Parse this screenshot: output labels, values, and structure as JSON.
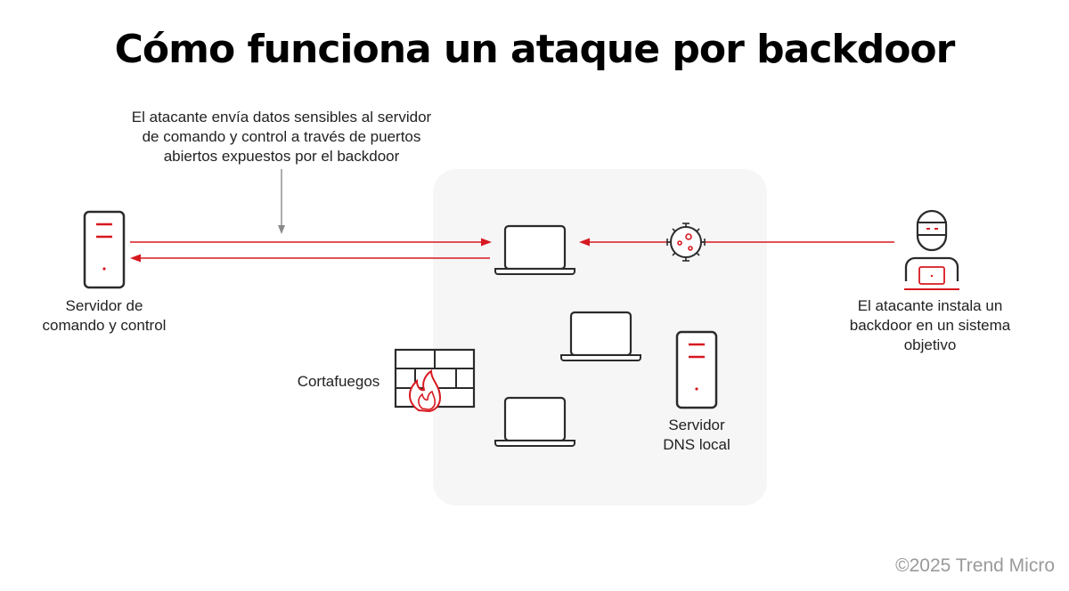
{
  "title": "Cómo funciona un ataque por backdoor",
  "annotation": {
    "lines": [
      "El atacante envía datos sensibles al servidor",
      "de comando y control a través de puertos",
      "abiertos expuestos por el backdoor"
    ]
  },
  "nodes": {
    "c2_server": {
      "lines": [
        "Servidor de",
        "comando y control"
      ],
      "icon": "server-icon"
    },
    "attacker": {
      "lines": [
        "El atacante instala un",
        "backdoor en un sistema",
        "objetivo"
      ],
      "icon": "hacker-icon"
    },
    "firewall": {
      "lines": [
        "Cortafuegos"
      ],
      "icon": "firewall-icon"
    },
    "dns_server": {
      "lines": [
        "Servidor",
        "DNS local"
      ],
      "icon": "server-icon"
    },
    "malware": {
      "icon": "virus-icon"
    },
    "target_laptop": {
      "icon": "laptop-icon"
    },
    "laptop_2": {
      "icon": "laptop-icon"
    },
    "laptop_3": {
      "icon": "laptop-icon"
    }
  },
  "colors": {
    "accent": "#d71920",
    "outline": "#2b2b2b",
    "network_panel": "#f6f6f6",
    "annotation_arrow": "#8a8a8a"
  },
  "copyright": "©2025 Trend Micro"
}
